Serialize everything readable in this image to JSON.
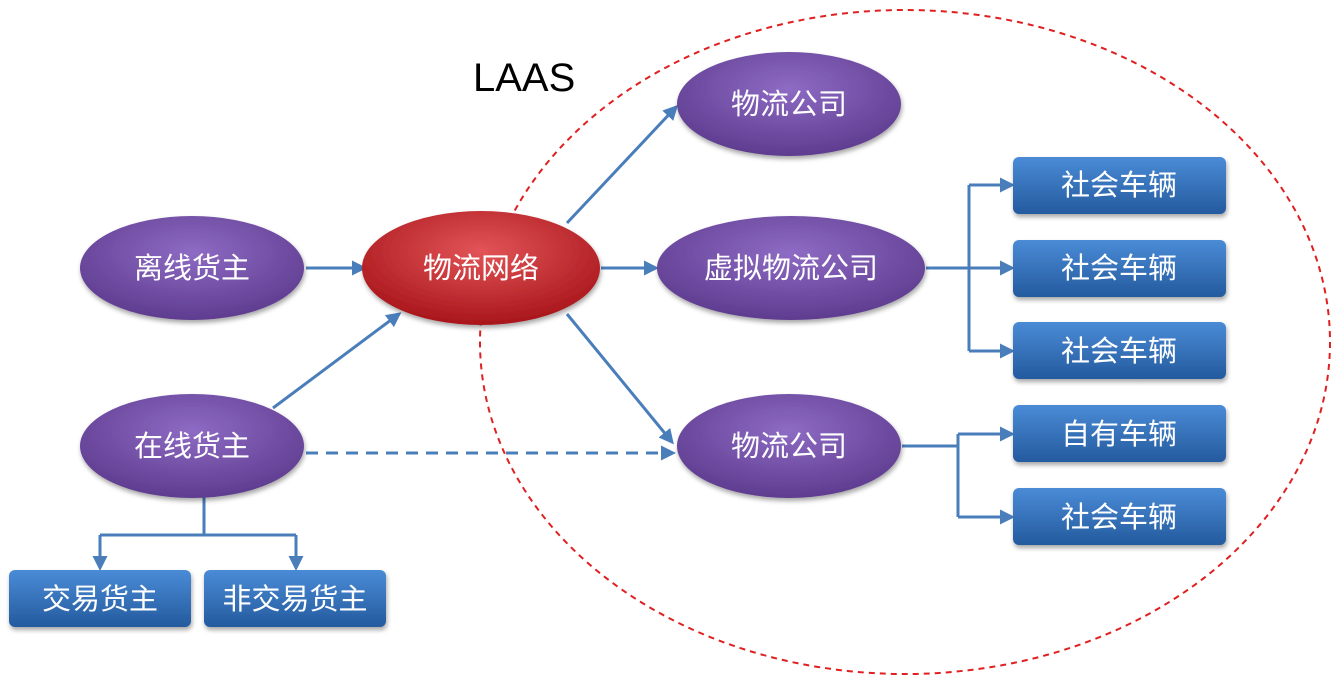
{
  "colors": {
    "ellipse_purple": "#7552A8",
    "ellipse_red": "#C8282C",
    "box_blue": "#2F6CB8",
    "arrow_blue": "#4A7EBB",
    "boundary_red": "#E02020"
  },
  "region": {
    "label": "LAAS"
  },
  "nodes": {
    "offline_shipper": "离线货主",
    "online_shipper": "在线货主",
    "trading_shipper": "交易货主",
    "non_trading_shipper": "非交易货主",
    "logistics_network": "物流网络",
    "logistics_company_top": "物流公司",
    "virtual_logistics_company": "虚拟物流公司",
    "logistics_company_bottom": "物流公司",
    "social_vehicle_1": "社会车辆",
    "social_vehicle_2": "社会车辆",
    "social_vehicle_3": "社会车辆",
    "own_vehicle": "自有车辆",
    "social_vehicle_4": "社会车辆"
  }
}
